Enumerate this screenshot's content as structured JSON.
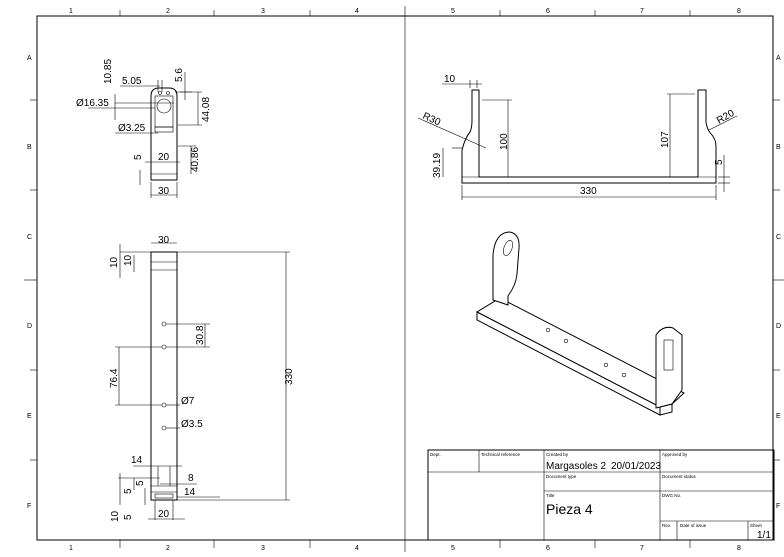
{
  "zones": {
    "columns": [
      "1",
      "2",
      "3",
      "4",
      "5",
      "6",
      "7",
      "8"
    ],
    "rows": [
      "A",
      "B",
      "C",
      "D",
      "E",
      "F"
    ]
  },
  "top_view_dims": [
    "10.85",
    "5.05",
    "5.6",
    "Ø16.35",
    "44.08",
    "Ø3.25",
    "5",
    "20",
    "40.86",
    "30"
  ],
  "front_view_dims": [
    "10",
    "R30",
    "100",
    "39.19",
    "107",
    "R20",
    "5",
    "330"
  ],
  "long_view_dims": [
    "30",
    "10",
    "10",
    "330",
    "30.8",
    "76.4",
    "Ø7",
    "Ø3.5",
    "14",
    "8",
    "5",
    "5",
    "14",
    "10",
    "5",
    "20"
  ],
  "title_block": {
    "dept_label": "Dept.",
    "tech_ref_label": "Technical reference",
    "created_by_label": "Created by",
    "created_by": "Margasoles 2",
    "created_date": "20/01/2023",
    "approved_by_label": "Approved by",
    "document_type_label": "Document type",
    "document_status_label": "Document status",
    "title_label": "Title",
    "title": "Pieza 4",
    "dwg_no_label": "DWG No.",
    "rev_label": "Rev.",
    "date_of_issue_label": "Date of issue",
    "sheet_label": "Sheet",
    "sheet": "1/1"
  }
}
